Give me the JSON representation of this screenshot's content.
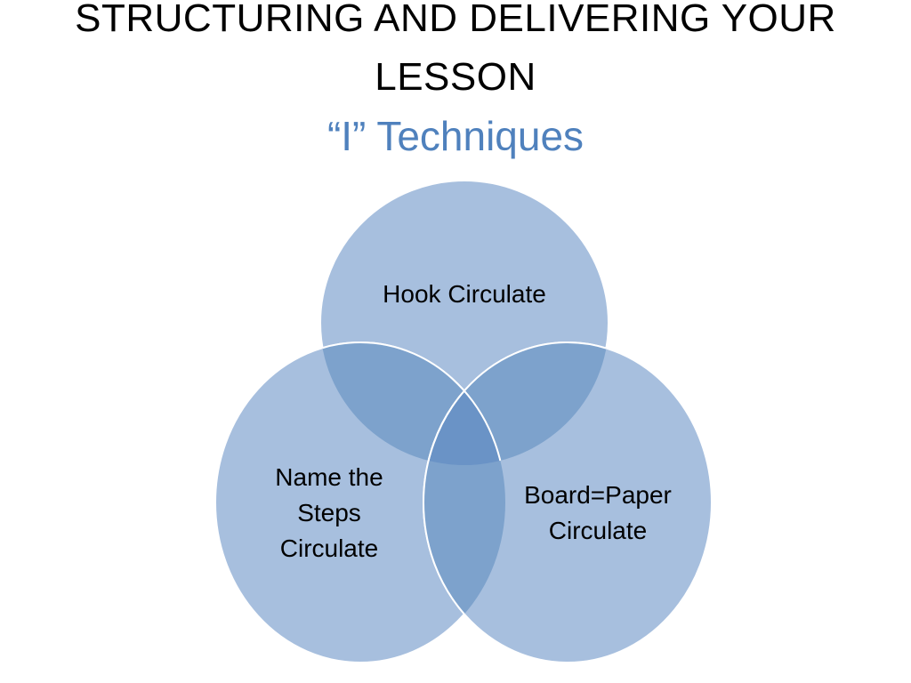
{
  "slide": {
    "title_line1": "STRUCTURING AND DELIVERING YOUR",
    "title_line2": "LESSON",
    "subtitle": "“I” Techniques"
  },
  "diagram": {
    "type": "venn",
    "circles": [
      {
        "id": "top",
        "lines": [
          "Hook Circulate"
        ]
      },
      {
        "id": "left",
        "lines": [
          "Name the",
          "Steps",
          "Circulate"
        ]
      },
      {
        "id": "right",
        "lines": [
          "Board=Paper",
          "Circulate"
        ]
      }
    ],
    "colors": {
      "circle_fill": "#a7bfde",
      "overlap2": "#7da2cc",
      "overlap3": "#6a93c6",
      "stroke": "#ffffff",
      "subtitle": "#4f81bd"
    }
  }
}
